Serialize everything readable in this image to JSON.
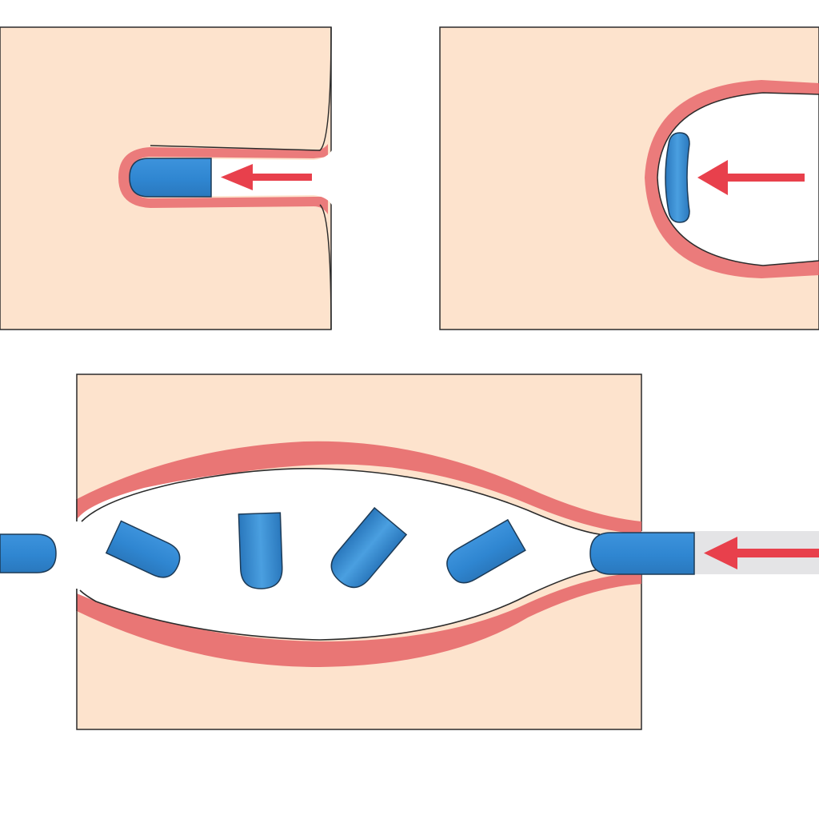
{
  "colors": {
    "tissue": "#fde3cd",
    "tissue_outline": "#2b2b2b",
    "lining": "#e7696c",
    "lining_light": "#f4a6a2",
    "lumen": "#ffffff",
    "object_fill": "#2f86d1",
    "object_highlight": "#5aa8e4",
    "object_outline": "#1d3b57",
    "arrow": "#e8404c",
    "channel": "#e4e4e6"
  },
  "icons": {
    "arrow": "left-arrow-icon",
    "object": "capsule-icon"
  },
  "panels": [
    {
      "name": "panel-narrow-canal",
      "arrows": 1,
      "objects": 1
    },
    {
      "name": "panel-round-cavity",
      "arrows": 1,
      "objects": 1
    },
    {
      "name": "panel-wide-lumen",
      "arrows": 1,
      "objects": 6
    }
  ]
}
